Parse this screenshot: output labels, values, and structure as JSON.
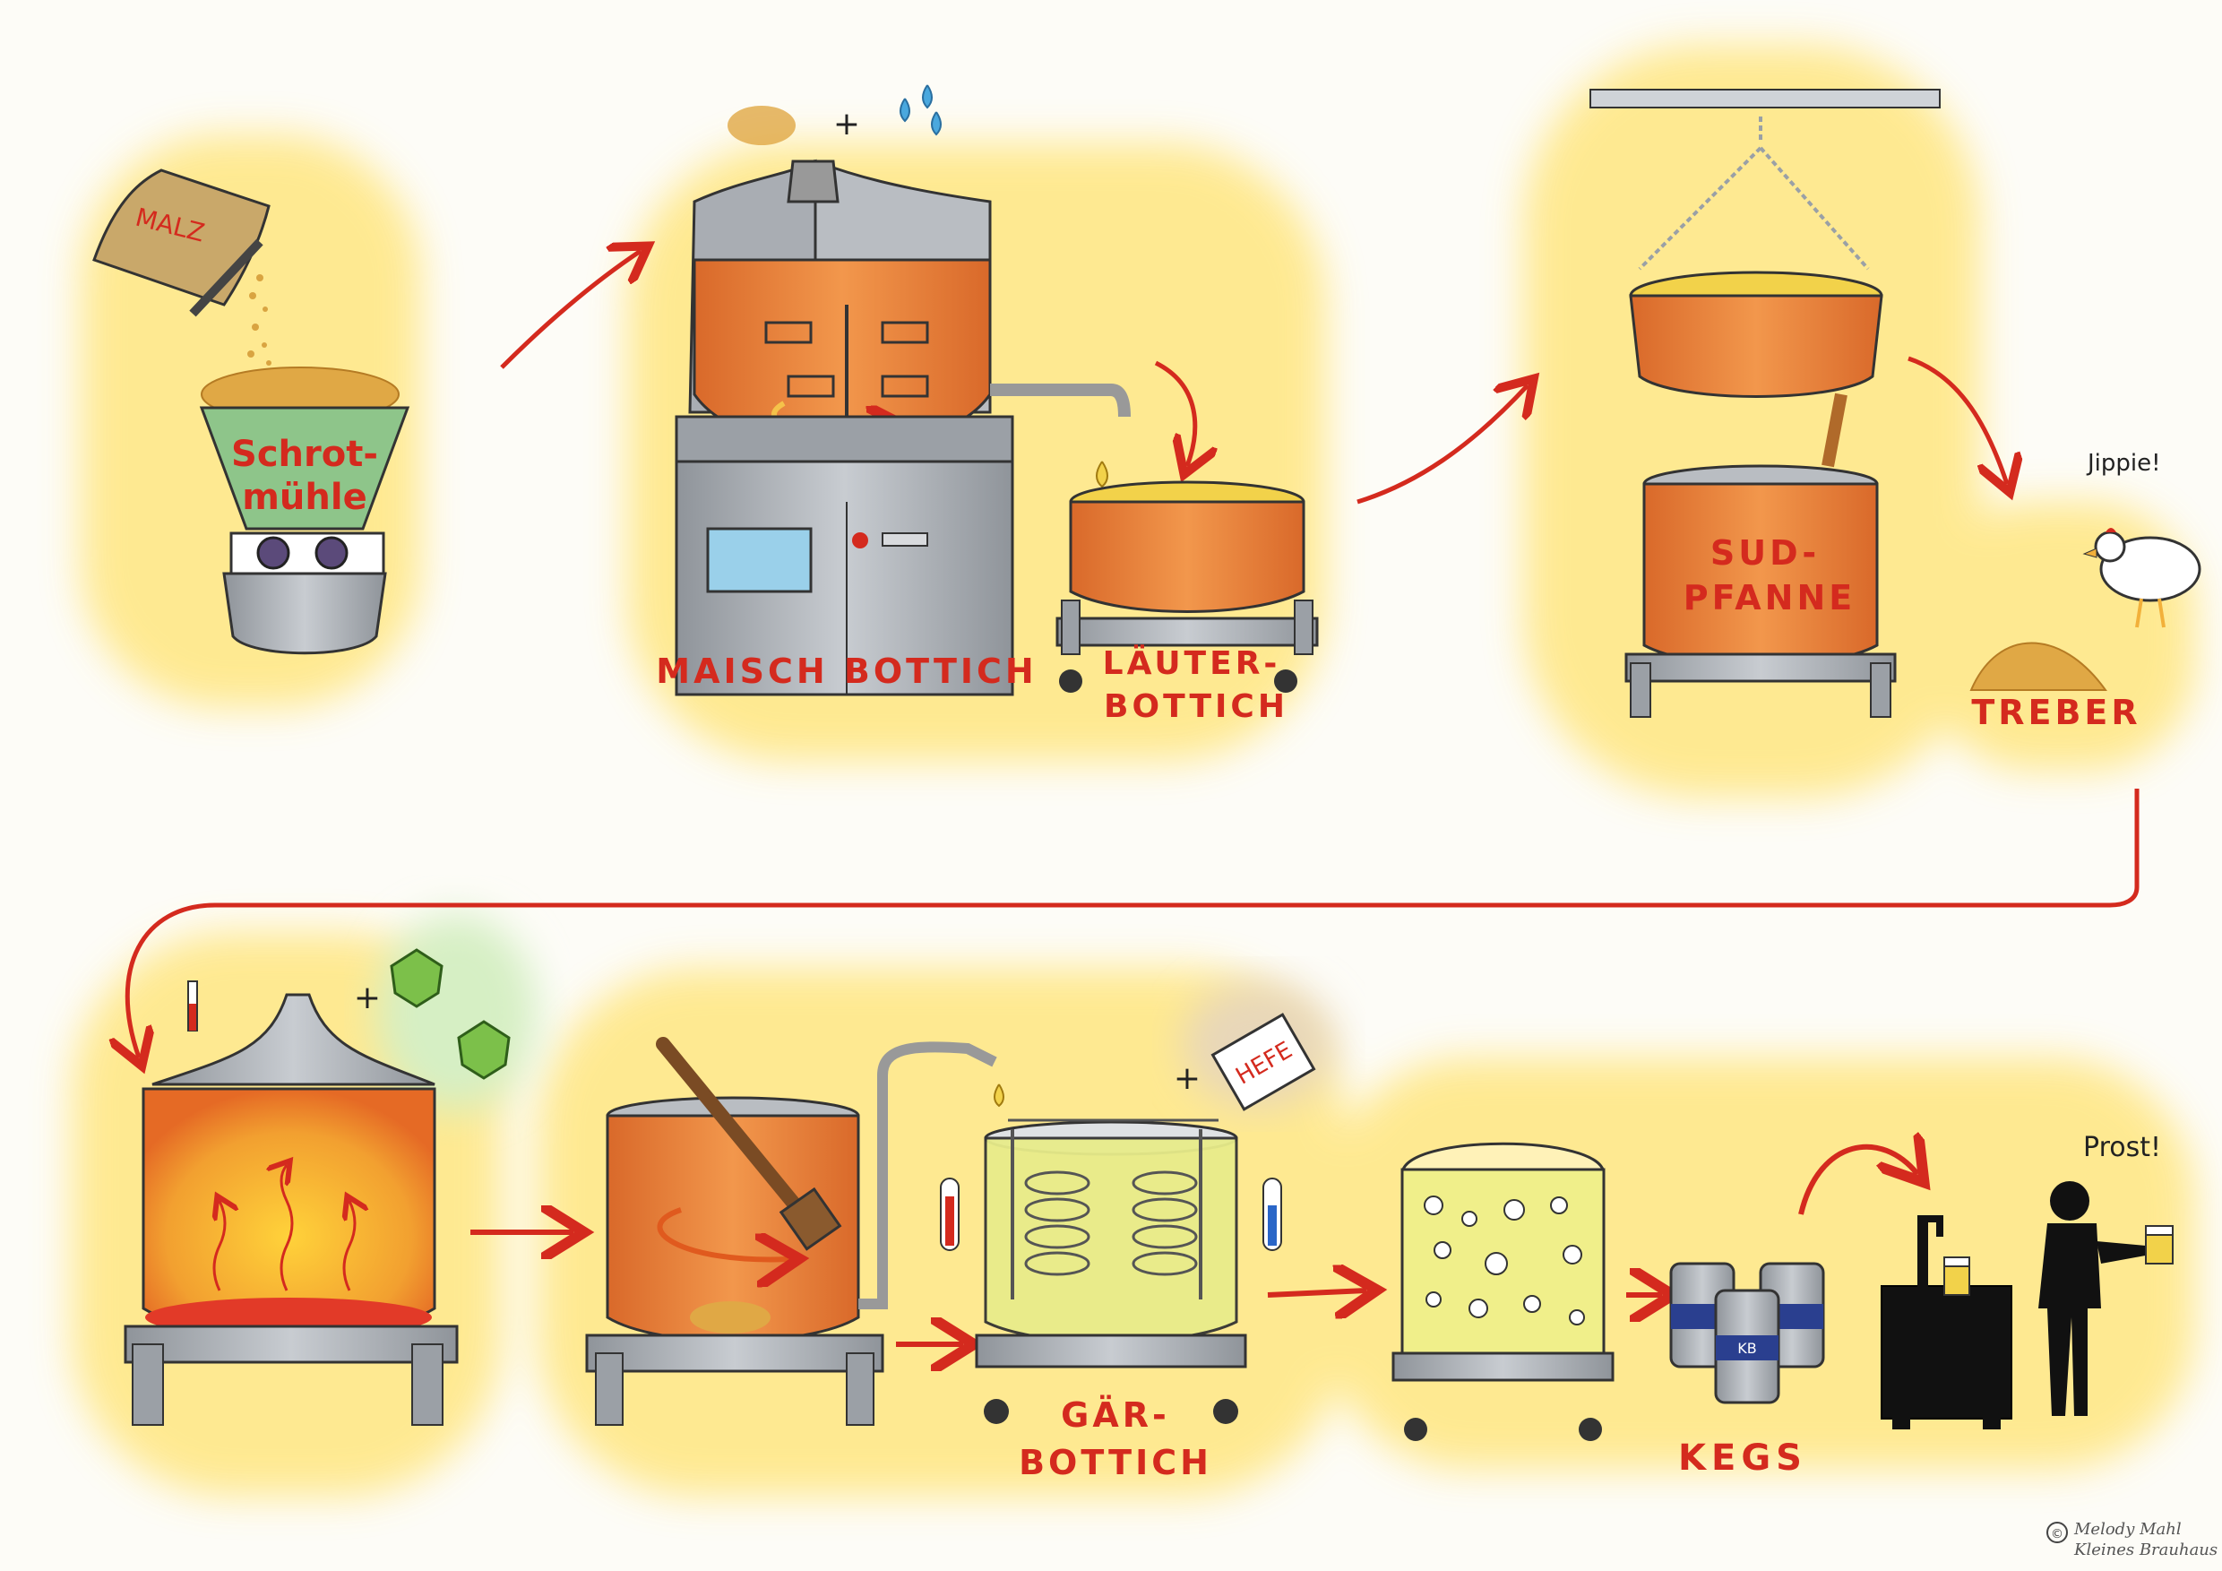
{
  "labels": {
    "malz": "MALZ",
    "schrotmuehle_1": "Schrot-",
    "schrotmuehle_2": "mühle",
    "maischbottich": "MAISCH BOTTICH",
    "laeuterbottich_1": "LÄUTER-",
    "laeuterbottich_2": "BOTTICH",
    "sudpfanne_1": "SUD-",
    "sudpfanne_2": "PFANNE",
    "treber": "TREBER",
    "jippie": "Jippie!",
    "plus": "+",
    "hefe": "HEFE",
    "gaerbottich_1": "GÄR-",
    "gaerbottich_2": "BOTTICH",
    "kegs": "KEGS",
    "keg_logo": "KB",
    "prost": "Prost!"
  },
  "credit": {
    "copyright": "©",
    "author": "Melody Mahl",
    "org": "Kleines Brauhaus"
  },
  "colors": {
    "glow": "#ffe680",
    "steel": "#a9adb3",
    "copper": "#e87e3a",
    "arrow": "#d42a1e",
    "beer": "#f2d24a",
    "label": "#d42a1e",
    "hop": "#7cc04a"
  }
}
